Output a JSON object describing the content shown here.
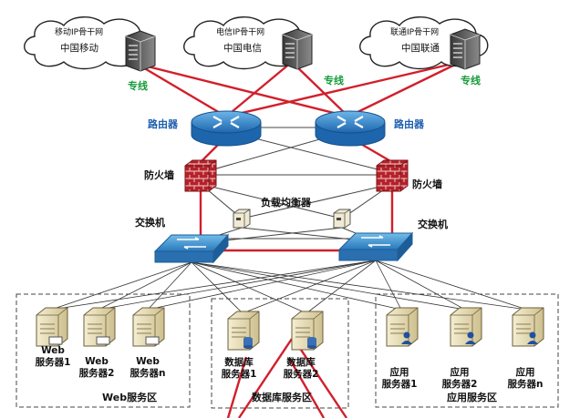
{
  "clouds": [
    {
      "network": "移动IP骨干网",
      "carrier": "中国移动"
    },
    {
      "network": "电信IP骨干网",
      "carrier": "中国电信"
    },
    {
      "network": "联通IP骨干网",
      "carrier": "中国联通"
    }
  ],
  "leased_line": "专线",
  "router": "路由器",
  "firewall": "防火墙",
  "load_balancer": "负载均衡器",
  "switch": "交换机",
  "zones": {
    "web": {
      "name": "Web服务区",
      "servers": [
        {
          "l1": "Web",
          "l2": "服务器1"
        },
        {
          "l1": "Web",
          "l2": "服务器2"
        },
        {
          "l1": "Web",
          "l2": "服务器n"
        }
      ]
    },
    "db": {
      "name": "数据库服务区",
      "servers": [
        {
          "l1": "数据库",
          "l2": "服务器1"
        },
        {
          "l1": "数据库",
          "l2": "服务器2"
        }
      ]
    },
    "app": {
      "name": "应用服务区",
      "servers": [
        {
          "l1": "应用",
          "l2": "服务器1"
        },
        {
          "l1": "应用",
          "l2": "服务器2"
        },
        {
          "l1": "应用",
          "l2": "服务器n"
        }
      ]
    }
  },
  "colors": {
    "red_link": "#d21f2b",
    "grey_link": "#555555",
    "device_blue": "#2a7fc9",
    "label_blue": "#1f5fb0",
    "label_green": "#159b3a",
    "firewall_red": "#b5222a"
  },
  "icons": [
    "cloud-icon",
    "router-icon",
    "firewall-icon",
    "switch-icon",
    "load-balancer-icon",
    "server-icon"
  ]
}
